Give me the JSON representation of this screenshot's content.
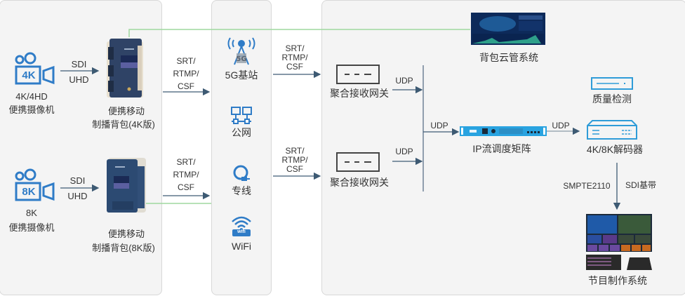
{
  "sources": {
    "camera_4k": {
      "badge": "4K",
      "label_line1": "4K/4HD",
      "label_line2": "便携摄像机"
    },
    "camera_8k": {
      "badge": "8K",
      "label_line1": "8K",
      "label_line2": "便携摄像机"
    },
    "link_4k": {
      "top": "SDI",
      "bottom": "UHD"
    },
    "link_8k": {
      "top": "SDI",
      "bottom": "UHD"
    },
    "backpack_4k": {
      "label_line1": "便携移动",
      "label_line2": "制播背包(4K版)"
    },
    "backpack_8k": {
      "label_line1": "便携移动",
      "label_line2": "制播背包(8K版)"
    }
  },
  "protocols": {
    "upload_top": [
      "SRT/",
      "RTMP/",
      "CSF"
    ],
    "upload_bottom": [
      "SRT/",
      "RTMP/",
      "CSF"
    ],
    "forward_top": [
      "SRT/",
      "RTMP/",
      "CSF"
    ],
    "forward_bottom": [
      "SRT/",
      "RTMP/",
      "CSF"
    ]
  },
  "networks": [
    {
      "icon": "5g-tower-icon",
      "label": "5G基站"
    },
    {
      "icon": "public-network-icon",
      "label": "公网"
    },
    {
      "icon": "dedicated-line-icon",
      "label": "专线"
    },
    {
      "icon": "wifi-icon",
      "label": "WiFi",
      "badge": "wifi"
    }
  ],
  "receivers": {
    "gateway_top": {
      "label": "聚合接收网关",
      "udp": "UDP"
    },
    "gateway_bottom": {
      "label": "聚合接收网关",
      "udp": "UDP"
    },
    "cloud_mgmt": {
      "label": "背包云管系统"
    },
    "matrix": {
      "label": "IP流调度矩阵",
      "udp_in": "UDP",
      "udp_out": "UDP"
    },
    "quality": {
      "label": "质量检测"
    },
    "decoder": {
      "label": "4K/8K解码器"
    },
    "output_left": "SMPTE2110",
    "output_right": "SDI基带",
    "production": {
      "label": "节目制作系统"
    }
  },
  "colors": {
    "icon_blue": "#2f7cc7",
    "arrow": "#3d5a73",
    "green_line": "#9fd89f",
    "panel_bg": "#f4f4f4",
    "device_navy": "#2b3f5c",
    "matrix_blue": "#29a3e0"
  }
}
